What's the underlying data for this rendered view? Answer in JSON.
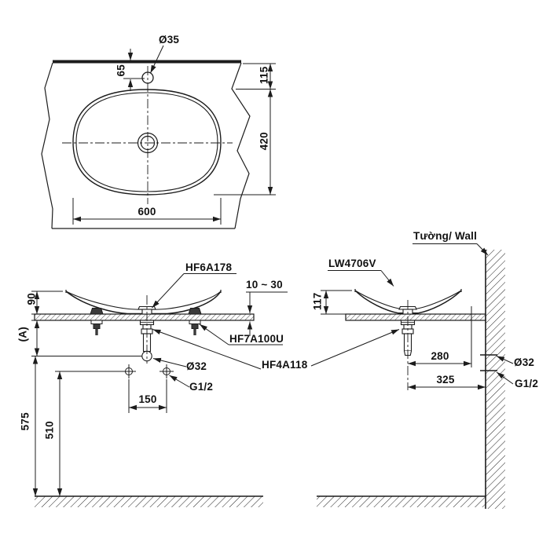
{
  "drawing": {
    "kind": "basin-installation-technical-drawing",
    "labels": {
      "hf6a178": "HF6A178",
      "hf7a100u": "HF7A100U",
      "hf4a118": "HF4A118",
      "lw4706v": "LW4706V",
      "wall": "Tường/ Wall"
    },
    "dims": {
      "faucet_hole": "Ø35",
      "faucet_offset": "65",
      "rim_to_wall": "115",
      "basin_depth": "420",
      "basin_width": "600",
      "bowl_height_front": "90",
      "var_a": "(A)",
      "trap_height": "575",
      "supply_height": "510",
      "supply_spacing": "150",
      "waste_dia_front": "Ø32",
      "supply_thread_front": "G1/2",
      "counter_thickness": "10 ~ 30",
      "bowl_height_side": "117",
      "outlet_offset": "280",
      "drain_to_wall": "325",
      "waste_dia_side": "Ø32",
      "supply_thread_side": "G1/2"
    }
  }
}
